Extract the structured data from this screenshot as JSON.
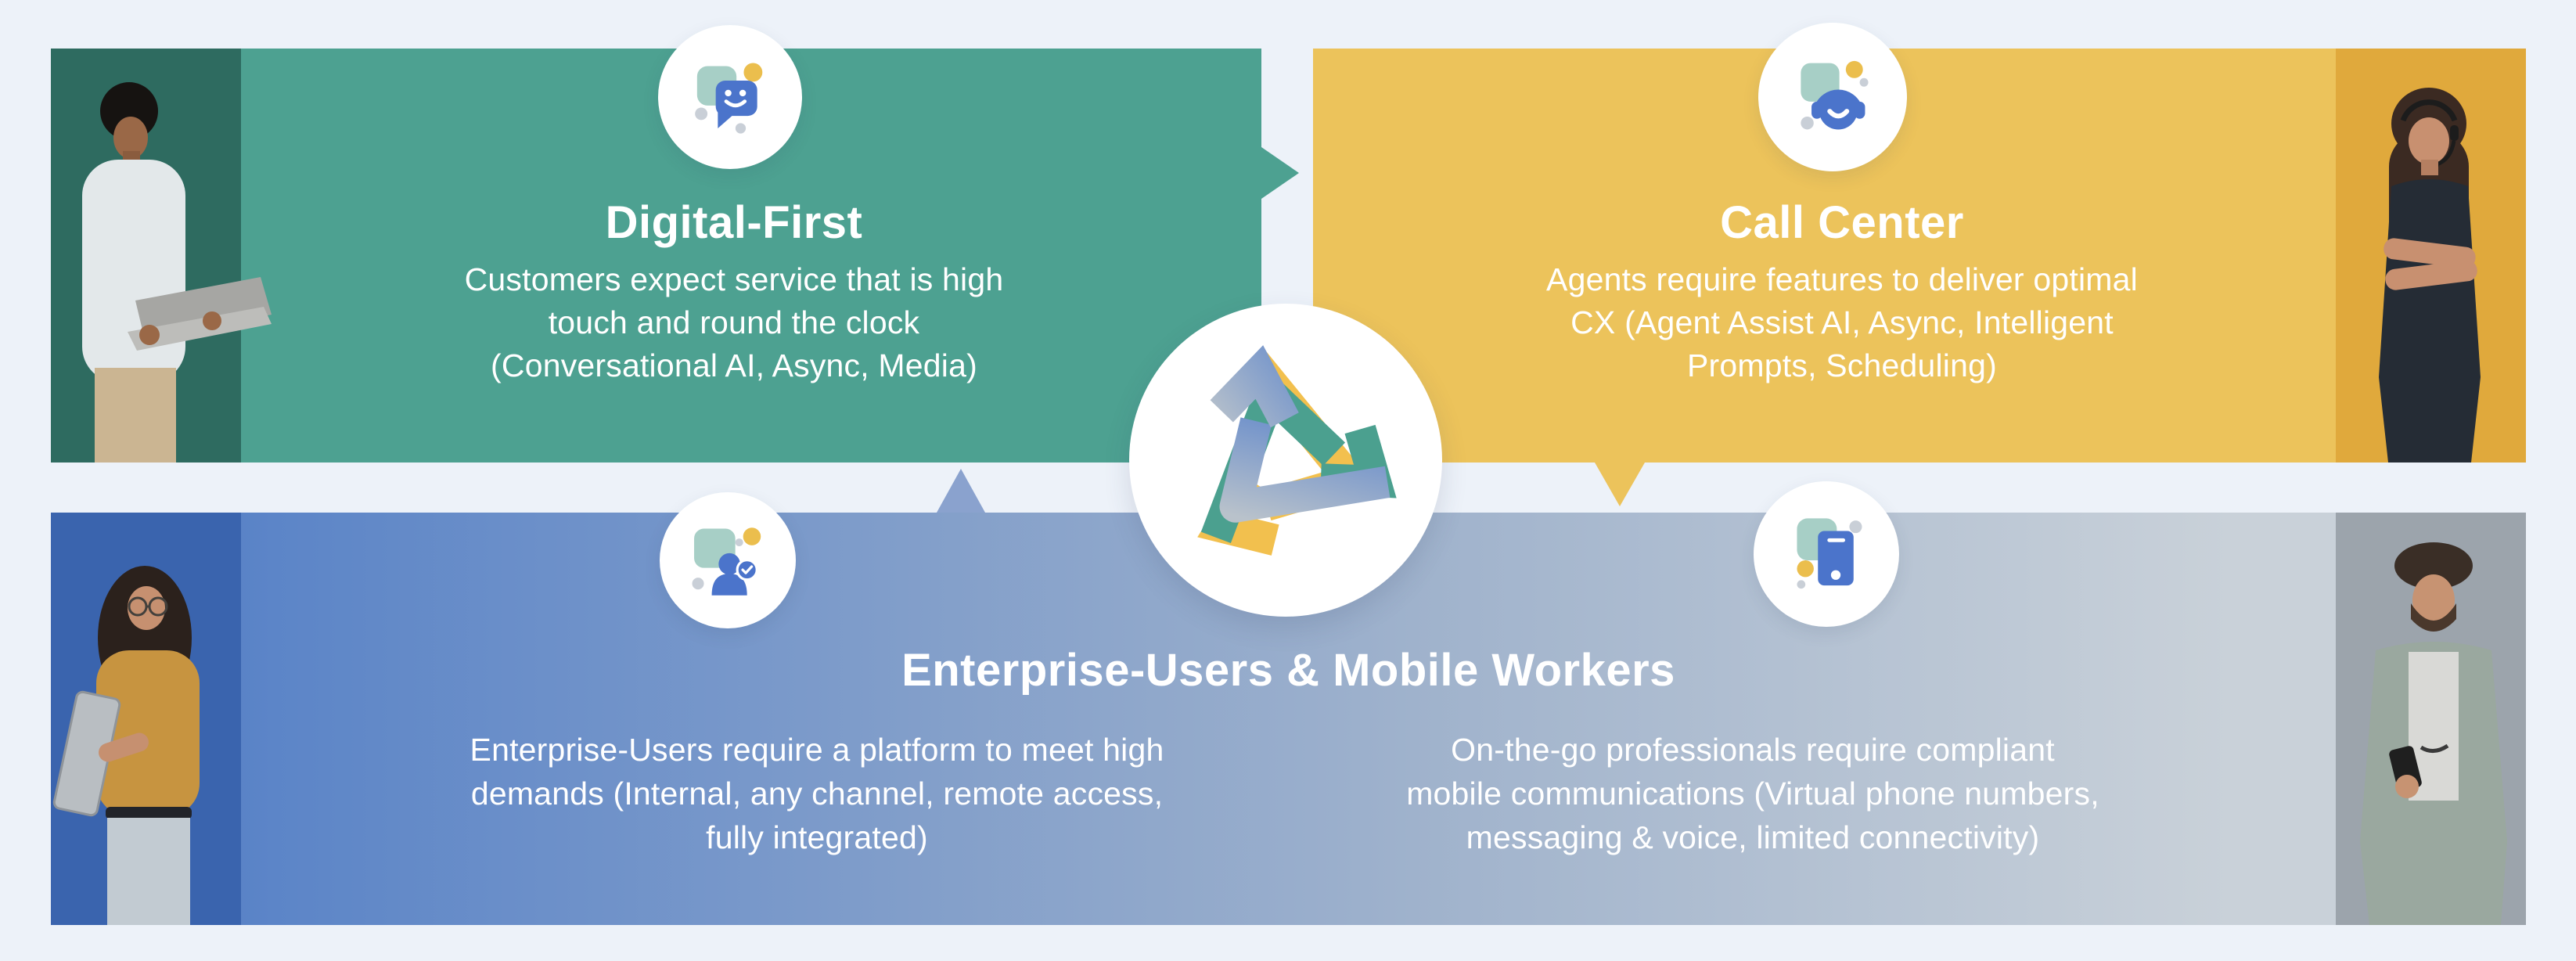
{
  "page": {
    "background": "#EDF2F9"
  },
  "brand": {
    "logo": "cycle-arrows-logo",
    "colors": {
      "green": "#4DA191",
      "yellow": "#ECC35B",
      "blue": "#4B74CB",
      "teal_accent": "#A7CFC6",
      "gold_accent": "#EBBE4D"
    }
  },
  "panels": {
    "digital_first": {
      "title": "Digital-First",
      "lines": [
        "Customers expect service that is high",
        "touch and round the clock",
        "(Conversational AI, Async, Media)"
      ],
      "icon": "chat-smiley-icon",
      "color": "#4DA191",
      "photo": "man-with-laptop"
    },
    "call_center": {
      "title": "Call Center",
      "lines": [
        "Agents require features to deliver optimal",
        "CX (Agent Assist AI, Async, Intelligent",
        "Prompts, Scheduling)"
      ],
      "icon": "headset-agent-icon",
      "color": "#ECC35B",
      "photo": "woman-with-headset"
    },
    "enterprise_mobile": {
      "title": "Enterprise-Users & Mobile Workers",
      "left_lines": [
        "Enterprise-Users require a platform to meet high",
        "demands (Internal, any channel, remote access,",
        "fully integrated)"
      ],
      "right_lines": [
        "On-the-go professionals require compliant",
        "mobile communications (Virtual phone numbers,",
        "messaging & voice, limited connectivity)"
      ],
      "left_icon": "verified-user-icon",
      "right_icon": "mobile-phones-icon",
      "gradient_start": "#4C77BE",
      "gradient_end": "#C9D1D9",
      "photos": [
        "woman-with-tablet",
        "man-with-phone"
      ]
    }
  }
}
